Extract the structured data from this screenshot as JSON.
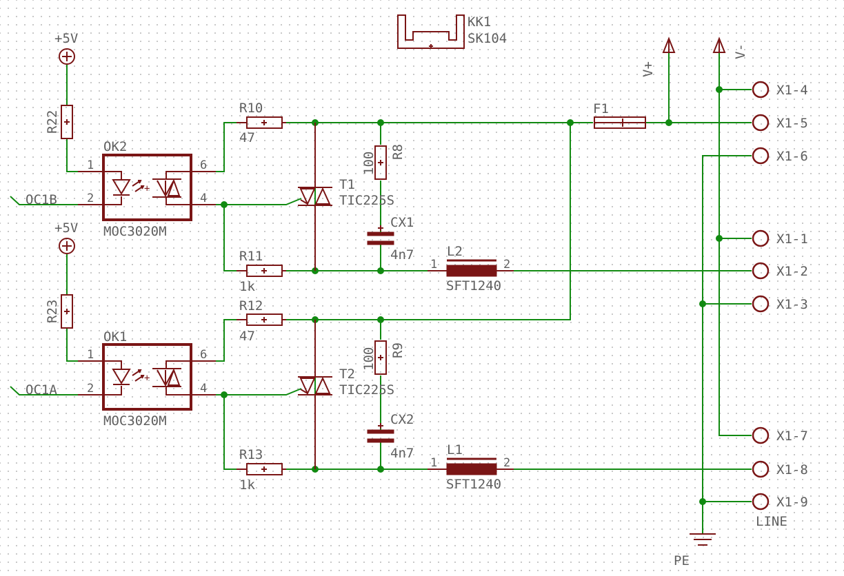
{
  "power": {
    "vcc1": "+5V",
    "vcc2": "+5V",
    "vplus": "V+",
    "vminus": "V-",
    "ground": "PE"
  },
  "heatsink": {
    "name": "KK1",
    "value": "SK104"
  },
  "optos": [
    {
      "name": "OK2",
      "value": "MOC3020M",
      "pins": [
        "1",
        "2",
        "6",
        "4"
      ],
      "signal": "OC1B"
    },
    {
      "name": "OK1",
      "value": "MOC3020M",
      "pins": [
        "1",
        "2",
        "6",
        "4"
      ],
      "signal": "OC1A"
    }
  ],
  "resistors": {
    "r22": {
      "name": "R22"
    },
    "r23": {
      "name": "R23"
    },
    "r10": {
      "name": "R10",
      "value": "47"
    },
    "r11": {
      "name": "R11",
      "value": "1k"
    },
    "r12": {
      "name": "R12",
      "value": "47"
    },
    "r13": {
      "name": "R13",
      "value": "1k"
    },
    "r8": {
      "name": "R8",
      "value": "100"
    },
    "r9": {
      "name": "R9",
      "value": "100"
    }
  },
  "triacs": [
    {
      "name": "T1",
      "value": "TIC225S"
    },
    {
      "name": "T2",
      "value": "TIC225S"
    }
  ],
  "capacitors": [
    {
      "name": "CX1",
      "value": "4n7"
    },
    {
      "name": "CX2",
      "value": "4n7"
    }
  ],
  "inductors": [
    {
      "name": "L2",
      "value": "SFT1240",
      "pin1": "1",
      "pin2": "2"
    },
    {
      "name": "L1",
      "value": "SFT1240",
      "pin1": "1",
      "pin2": "2"
    }
  ],
  "fuse": {
    "name": "F1"
  },
  "connector": {
    "terminals": [
      "X1-4",
      "X1-5",
      "X1-6",
      "X1-1",
      "X1-2",
      "X1-3",
      "X1-7",
      "X1-8",
      "X1-9"
    ],
    "line_label": "LINE"
  },
  "colors": {
    "wire": "#118a11",
    "part": "#7a1515",
    "text": "#5f5f5f",
    "grid": "#b9b9b9"
  }
}
